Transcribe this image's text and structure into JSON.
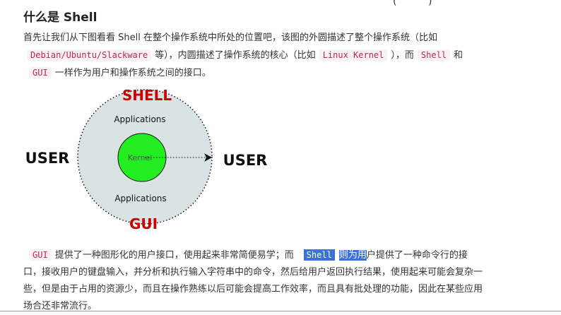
{
  "top_fragment": "(          )",
  "heading": "什么是 Shell",
  "para1": {
    "line1": "首先让我们从下图看看 Shell 在整个操作系统中所处的位置吧，该图的外圆描述了整个操作系统（比如",
    "code_distros": "Debian/Ubuntu/Slackware",
    "text_a": "等），内圆描述了操作系统的核心（比如",
    "code_kernel": "Linux Kernel",
    "text_b": "），而",
    "code_shell": "Shell",
    "text_c": "和",
    "code_gui": "GUI",
    "text_d": "一样作为用户和操作系统之间的接口。"
  },
  "diagram": {
    "shell_label": "SHELL",
    "gui_label": "GUI",
    "user_left": "USER",
    "user_right": "USER",
    "apps_top": "Applications",
    "apps_bottom": "Applications",
    "kernel_label": "Kernel",
    "colors": {
      "outer_fill": "#d9e3e3",
      "kernel_fill": "#22ee22",
      "label_red": "#cc0000"
    }
  },
  "para2": {
    "code_gui": "GUI",
    "text_a": "提供了一种图形化的用户接口，使用起来非常简便易学；而",
    "code_shell": "Shell",
    "text_sel": "则为用",
    "text_b": "户提供了一种命令行的接",
    "line2": "口，接收用户的键盘输入，并分析和执行输入字符串中的命令，然后给用户返回执行结果，使用起来可能会复杂一",
    "line3": "些，但是由于占用的资源少，而且在操作熟练以后可能会提高工作效率，而且具有批处理的功能，因此在某些应用",
    "line4": "场合还非常流行。"
  }
}
